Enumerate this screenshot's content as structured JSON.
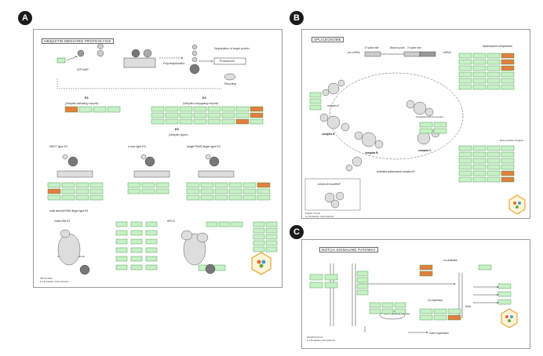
{
  "badges": {
    "a": "A",
    "b": "B",
    "c": "C"
  },
  "panel_a": {
    "title": "UBIQUITIN MEDIATED PROTEOLYSIS",
    "credit": "08/10/2023\n(c) Kanehisa Laboratories",
    "labels": {
      "atp": "ATP AMP",
      "polyub": "Polyubiquitination",
      "proteasome": "Proteasome",
      "recycling": "Recycling",
      "degradation": "Degradation of\ntarget protein",
      "e1": "E1",
      "e1_sub": "(Ubiquitin-activating enzyme)",
      "e2": "E2",
      "e2_sub": "(Ubiquitin-conjugating enzyme)",
      "e3": "E3",
      "e3_sub": "(Ubiquitin ligase)",
      "hect": "HECT type E3",
      "ubox": "U-box type E3",
      "ring": "single RING-finger type E3",
      "multi": "multi subunit RING-finger type E3",
      "cullin": "Cullin-Rbx E3",
      "apc": "APC/C",
      "target_recog": "Target recognizing subunit"
    }
  },
  "panel_b": {
    "title": "SPLICEOSOME",
    "credit": "03040 7/6/20\n(c) Kanehisa Laboratories",
    "labels": {
      "pre_mrna": "pre-mRNA",
      "five_ss": "5' splice site",
      "branch": "Branch point",
      "three_ss": "3' splice site",
      "mrna": "mRNA",
      "complex_a": "complex A",
      "complex_b": "complex B",
      "complex_c": "complex C",
      "complex_e": "complex E",
      "activated": "Activated spliceosome\ncomplex B*",
      "post": "Postspliceosomal complex",
      "components": "Spliceosome components",
      "exon": "Exon junction complex",
      "u4u6": "U4/U6.U5 tri-snRNP"
    }
  },
  "panel_c": {
    "title": "NOTCH SIGNALING PATHWAY",
    "credit": "04330 8/24/22\n(c) Kanehisa Laboratories",
    "labels": {
      "coactivator": "Co-activator",
      "corepressor": "Co-repressor",
      "gene_expression": "Gene expression",
      "mapk": "MAPK signaling\npathway",
      "dna": "DNA"
    }
  },
  "colors": {
    "gene_box": "#c8f0c8",
    "gene_border": "#2e8b2e",
    "highlight": "#e08040",
    "line": "#333333",
    "logo": "#e8a030"
  }
}
